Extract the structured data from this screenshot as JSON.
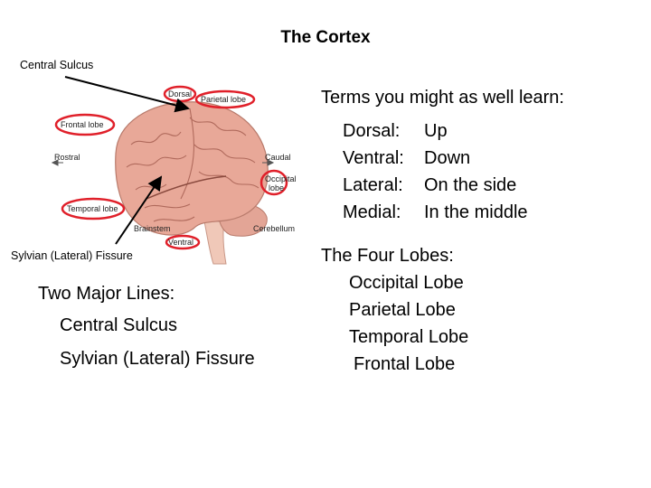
{
  "title": "The Cortex",
  "central_sulcus_label": "Central Sulcus",
  "sylvian_label": "Sylvian (Lateral) Fissure",
  "diagram_labels": {
    "dorsal": "Dorsal",
    "parietal": "Parietal lobe",
    "frontal": "Frontal lobe",
    "rostral": "Rostral",
    "caudal": "Caudal",
    "occipital_1": "Occipital",
    "occipital_2": "lobe",
    "temporal": "Temporal lobe",
    "brainstem": "Brainstem",
    "ventral": "Ventral",
    "cerebellum": "Cerebellum"
  },
  "two_lines": {
    "heading": "Two Major Lines",
    "colon": ":",
    "items": [
      "Central Sulcus",
      "Sylvian (Lateral) Fissure"
    ]
  },
  "terms": {
    "heading": "Terms you might as well learn:",
    "rows": [
      {
        "term": "Dorsal:",
        "def": "Up"
      },
      {
        "term": "Ventral:",
        "def": "Down"
      },
      {
        "term": "Lateral:",
        "def": "On the side"
      },
      {
        "term": "Medial:",
        "def": "In the middle"
      }
    ]
  },
  "lobes": {
    "heading": "The Four Lobes",
    "colon": ":",
    "items": [
      "Occipital Lobe",
      "Parietal Lobe",
      "Temporal Lobe",
      "Frontal Lobe"
    ]
  },
  "colors": {
    "highlight_ring": "#e0202a",
    "brain_fill": "#e8a898",
    "brain_stem": "#f0c8b8"
  }
}
